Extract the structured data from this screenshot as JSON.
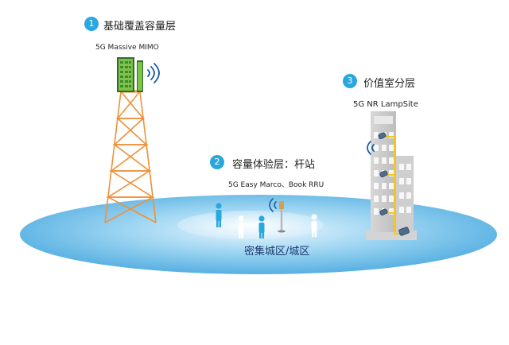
{
  "colors": {
    "accent": "#2ba7e0",
    "ground": "#4db3e6",
    "tower": "#f0913a",
    "antenna": "#7ec24a",
    "person_front": "#2ba7e0",
    "person_back": "#ffffff",
    "building": "#c9c9c9",
    "cable": "#f5c623",
    "ground_label": "#1d3c6e"
  },
  "layers": [
    {
      "number": "1",
      "title": "基础覆盖容量层",
      "subtitle": "5G Massive MIMO"
    },
    {
      "number": "2",
      "title": "容量体验层：杆站",
      "subtitle": "5G Easy Marco、Book RRU"
    },
    {
      "number": "3",
      "title": "价值室分层",
      "subtitle": "5G NR LampSite"
    }
  ],
  "ground": {
    "label": "密集城区/城区"
  },
  "icons": {
    "tower": "cell-tower-icon",
    "antenna": "massive-mimo-antenna-icon",
    "signal": "wifi-signal-icon",
    "pole": "pole-site-icon",
    "person": "person-icon",
    "building": "office-building-icon",
    "lampsite": "lampsite-head-icon"
  }
}
